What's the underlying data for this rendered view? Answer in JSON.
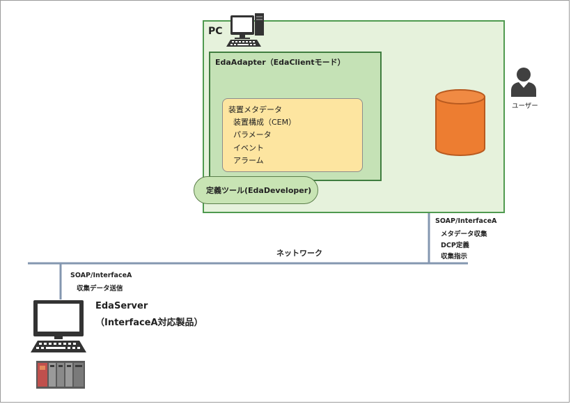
{
  "pc": {
    "label": "PC"
  },
  "adapter": {
    "label": "EdaAdapter（EdaClientモード）"
  },
  "metadata": {
    "title": "装置メタデータ",
    "items": [
      "装置構成（CEM）",
      "パラメータ",
      "イベント",
      "アラーム"
    ]
  },
  "tool": {
    "label": "定義ツール(EdaDeveloper)"
  },
  "user": {
    "label": "ユーザー"
  },
  "pc_link": {
    "protocol": "SOAP/InterfaceA",
    "items": [
      "メタデータ収集",
      "DCP定義",
      "収集指示"
    ]
  },
  "network": {
    "label": "ネットワーク"
  },
  "server_link": {
    "protocol": "SOAP/InterfaceA",
    "items": [
      "収集データ送信"
    ]
  },
  "server": {
    "name": "EdaServer",
    "subtitle": "（InterfaceA対応製品）"
  },
  "colors": {
    "pc_fill": "#e6f2dc",
    "pc_border": "#4f9a4f",
    "adapter_fill": "#c5e2b6",
    "metadata_fill": "#fde5a0",
    "database_fill": "#ed7d31",
    "network_line": "#8497b0"
  },
  "icons": [
    "computer-icon",
    "user-icon",
    "database-icon",
    "equipment-icon"
  ]
}
